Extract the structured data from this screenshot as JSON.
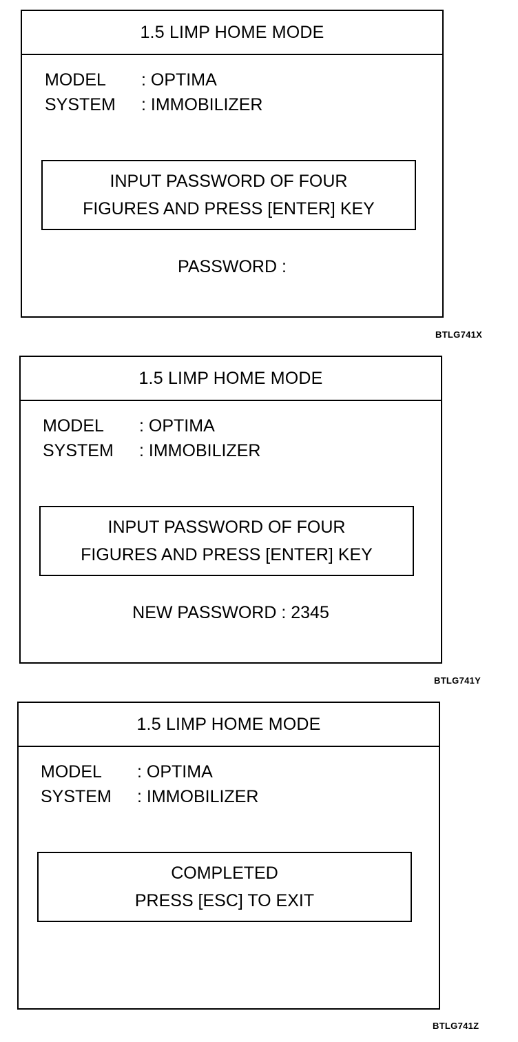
{
  "panels": [
    {
      "title": "1.5  LIMP HOME MODE",
      "model_label": "MODEL",
      "model_value": "OPTIMA",
      "system_label": "SYSTEM",
      "system_value": "IMMOBILIZER",
      "message_line1": "INPUT PASSWORD OF FOUR",
      "message_line2": "FIGURES AND PRESS [ENTER] KEY",
      "prompt": "PASSWORD :",
      "figure_code": "BTLG741X"
    },
    {
      "title": "1.5  LIMP HOME MODE",
      "model_label": "MODEL",
      "model_value": "OPTIMA",
      "system_label": "SYSTEM",
      "system_value": "IMMOBILIZER",
      "message_line1": "INPUT PASSWORD OF FOUR",
      "message_line2": "FIGURES AND PRESS [ENTER] KEY",
      "prompt": "NEW PASSWORD : 2345",
      "figure_code": "BTLG741Y"
    },
    {
      "title": "1.5  LIMP HOME MODE",
      "model_label": "MODEL",
      "model_value": "OPTIMA",
      "system_label": "SYSTEM",
      "system_value": "IMMOBILIZER",
      "message_line1": "COMPLETED",
      "message_line2": "PRESS [ESC] TO EXIT",
      "prompt": "",
      "figure_code": "BTLG741Z"
    }
  ],
  "separator": ":"
}
